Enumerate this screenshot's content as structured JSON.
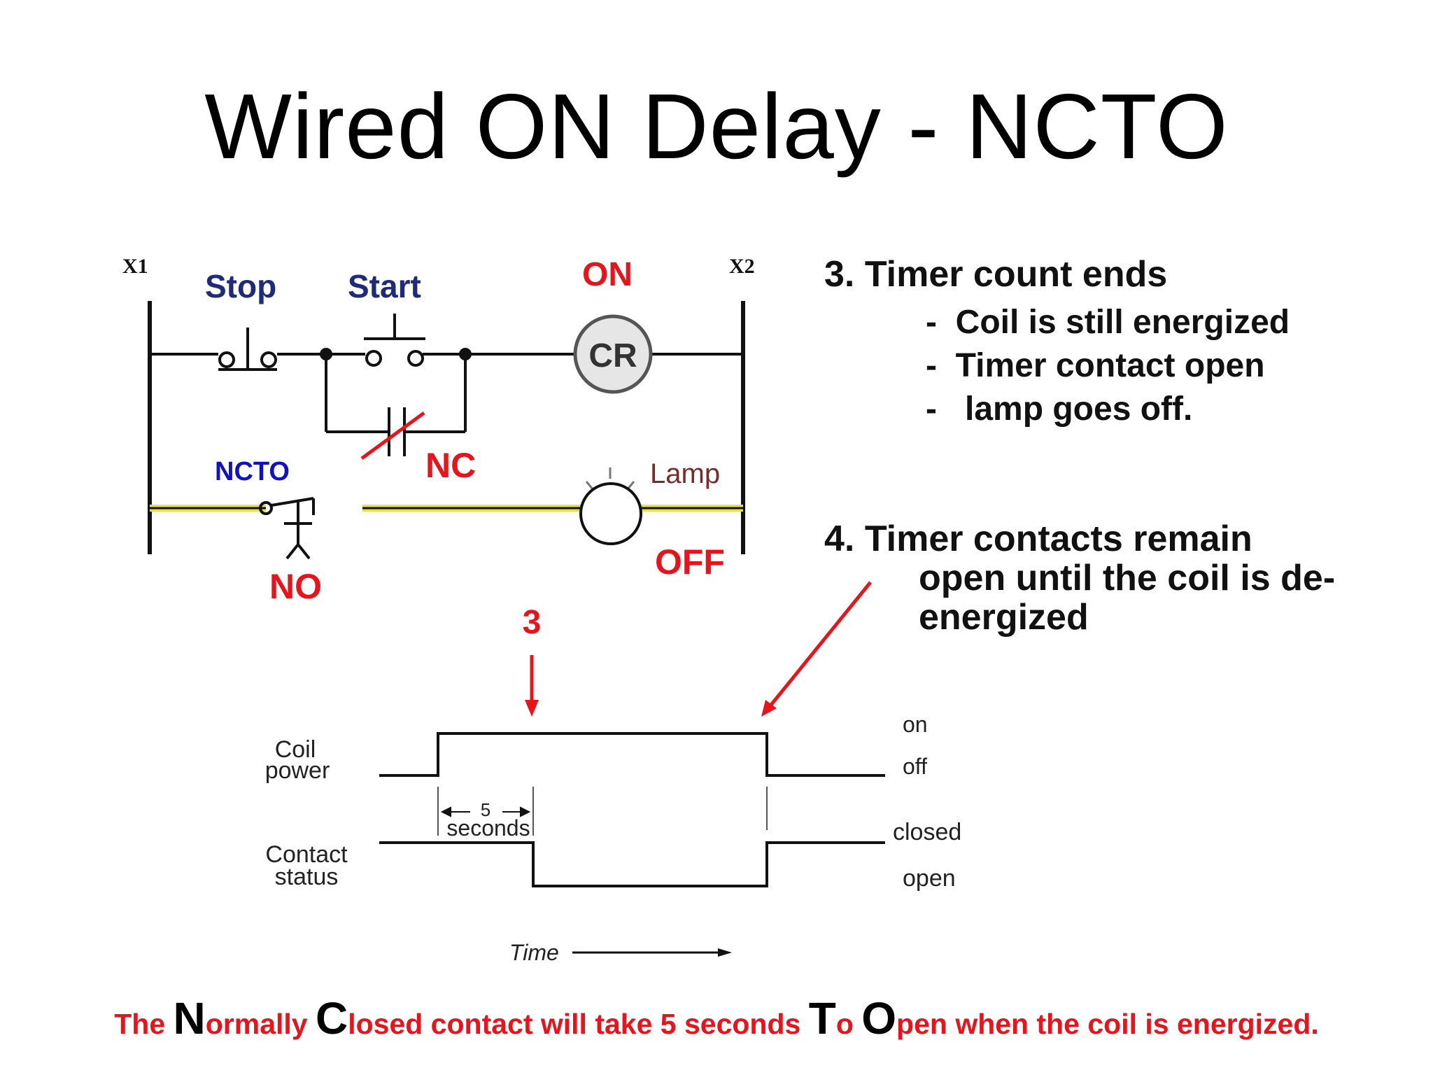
{
  "title": "Wired ON Delay - NCTO",
  "circuit": {
    "x1_label": "X1",
    "x2_label": "X2",
    "stop_label": "Stop",
    "start_label": "Start",
    "on_label": "ON",
    "cr_label": "CR",
    "ncto_label": "NCTO",
    "nc_label": "NC",
    "no_label": "NO",
    "lamp_label": "Lamp",
    "off_label": "OFF"
  },
  "step3": {
    "heading": "3.  Timer count ends",
    "items": [
      "-  Coil is still energized",
      "-  Timer contact open",
      "-   lamp goes off."
    ]
  },
  "step4": {
    "line1": "4. Timer contacts remain",
    "line2": "open until the coil is de-",
    "line3": "energized"
  },
  "timing": {
    "marker_label": "3",
    "coil_label_1": "Coil",
    "coil_label_2": "power",
    "contact_label_1": "Contact",
    "contact_label_2": "status",
    "delay_value": "5",
    "delay_unit": "seconds",
    "on": "on",
    "off": "off",
    "closed": "closed",
    "open": "open",
    "time_label": "Time"
  },
  "footer": {
    "p1": "The ",
    "n": "N",
    "p2": "ormally ",
    "c": "C",
    "p3": "losed contact will take 5 seconds ",
    "t": "T",
    "p4": "o ",
    "o": "O",
    "p5": "pen when the coil is energized."
  },
  "colors": {
    "accent_red": "#e8141c",
    "label_blue": "#1f2b7a",
    "lamp_wire": "#e6e04a"
  }
}
